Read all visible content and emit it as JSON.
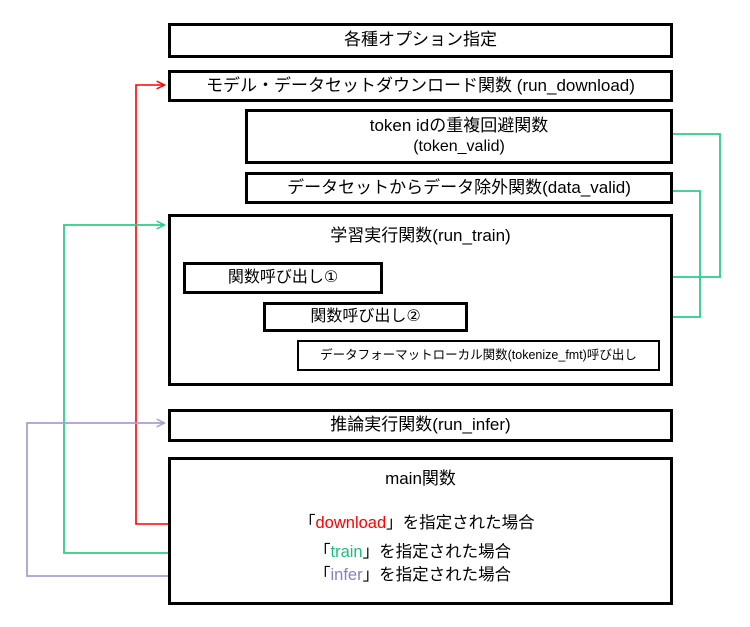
{
  "diagram": {
    "title": "",
    "colors": {
      "download": "#ff0000",
      "train": "#2ecc87",
      "infer": "#a99ed0",
      "infer_text": "#8a7fc0",
      "box_border": "#000000",
      "background": "#ffffff"
    },
    "boxes": {
      "options": "各種オプション指定",
      "download_func": "モデル・データセットダウンロード関数 (run_download)",
      "token_valid_line1": "token idの重複回避関数",
      "token_valid_line2": "(token_valid)",
      "data_valid": "データセットからデータ除外関数(data_valid)",
      "train_func": "学習実行関数(run_train)",
      "call_1": "関数呼び出し①",
      "call_2": "関数呼び出し②",
      "tokenize_fmt": "データフォーマットローカル関数(tokenize_fmt)呼び出し",
      "infer_func": "推論実行関数(run_infer)",
      "main_func": "main関数"
    },
    "legend": [
      {
        "prefix": "「",
        "keyword": "download",
        "suffix": "」を指定された場合",
        "color_key": "download"
      },
      {
        "prefix": "「",
        "keyword": "train",
        "suffix": "」を指定された場合",
        "color_key": "train"
      },
      {
        "prefix": "「",
        "keyword": "infer",
        "suffix": "」を指定された場合",
        "color_key": "infer"
      }
    ],
    "edges": [
      {
        "name": "download-to-run_download",
        "from": "main_func",
        "to": "download_func",
        "color_key": "download"
      },
      {
        "name": "train-to-run_train",
        "from": "main_func",
        "to": "train_func",
        "color_key": "train"
      },
      {
        "name": "infer-to-run_infer",
        "from": "main_func",
        "to": "infer_func",
        "color_key": "infer"
      },
      {
        "name": "call1-to-token_valid",
        "from": "call_1",
        "to": "token_valid",
        "color_key": "train"
      },
      {
        "name": "call2-to-data_valid",
        "from": "call_2",
        "to": "data_valid",
        "color_key": "train"
      }
    ]
  }
}
